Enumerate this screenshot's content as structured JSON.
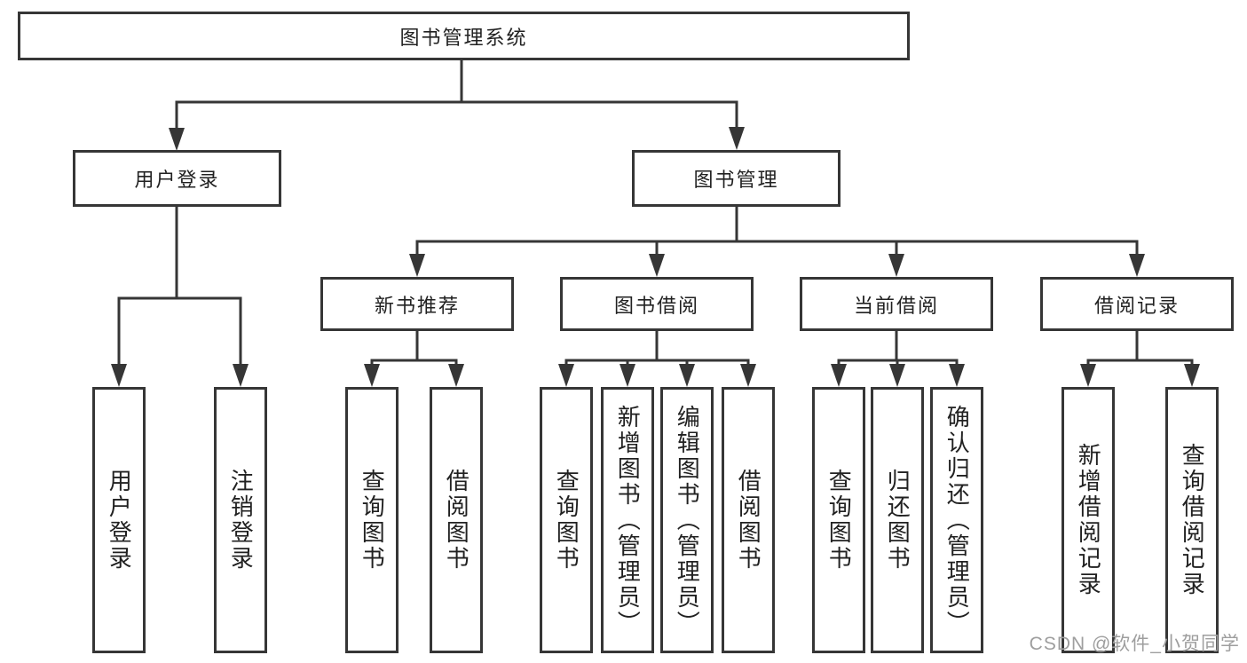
{
  "diagram": {
    "root": {
      "label": "图书管理系统"
    },
    "branches": {
      "user_login": {
        "label": "用户登录",
        "leaves": [
          "用户登录",
          "注销登录"
        ]
      },
      "book_management": {
        "label": "图书管理",
        "groups": {
          "new_book": {
            "label": "新书推荐",
            "leaves": [
              "查询图书",
              "借阅图书"
            ]
          },
          "book_borrow": {
            "label": "图书借阅",
            "leaves": [
              "查询图书",
              "新增图书（管理员）",
              "编辑图书（管理员）",
              "借阅图书"
            ]
          },
          "current_borrow": {
            "label": "当前借阅",
            "leaves": [
              "查询图书",
              "归还图书",
              "确认归还（管理员）"
            ]
          },
          "borrow_records": {
            "label": "借阅记录",
            "leaves": [
              "新增借阅记录",
              "查询借阅记录"
            ]
          }
        }
      }
    }
  },
  "watermark": {
    "text": "CSDN @软件_小贺同学",
    "color": "#9e9e9e"
  },
  "style": {
    "background": "#ffffff",
    "border_color": "#363636",
    "line_color": "#363636",
    "text_color": "#212121"
  }
}
